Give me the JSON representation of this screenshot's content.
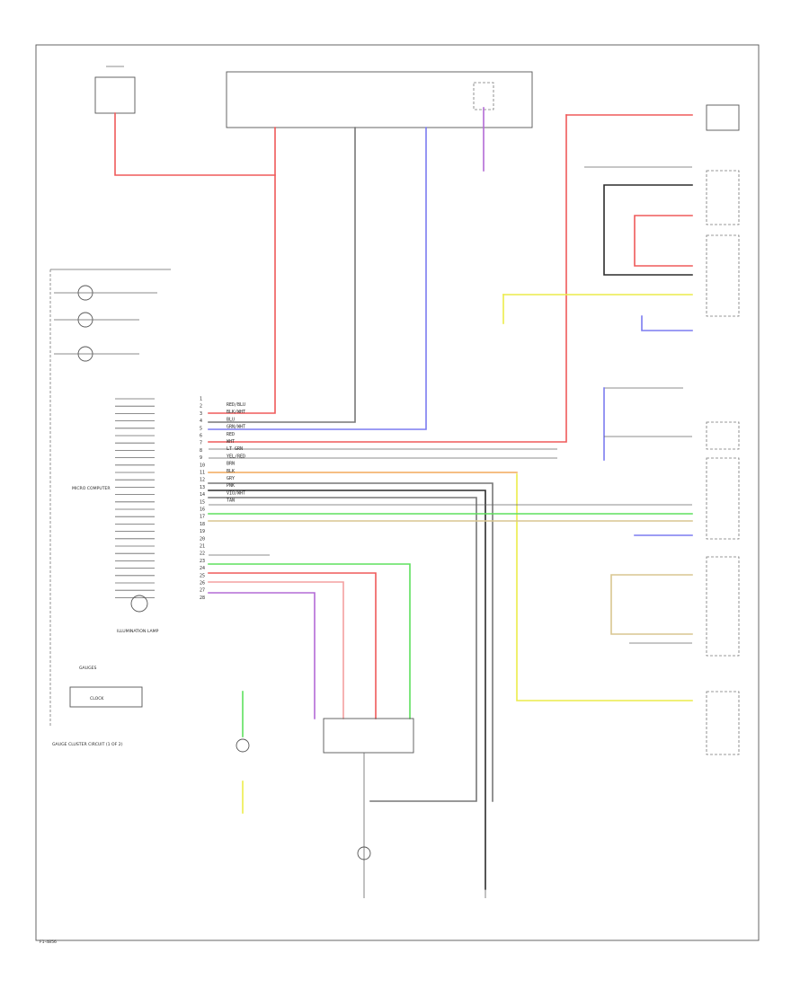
{
  "colors": {
    "red": "#ef5a5a",
    "pink": "#f4a0a0",
    "blue": "#7b7bf0",
    "green": "#5ee05e",
    "yellow": "#ecec4a",
    "orange": "#f2a85a",
    "violet": "#b36bd6",
    "gray": "#777777",
    "black": "#2c2c2c",
    "tan": "#d9c690"
  },
  "labels": {
    "main_footer": "GAUGE CLUSTER CIRCUIT (1 OF 2)",
    "cluster_title": "GAUGES",
    "clock_box": "CLOCK",
    "illum_lamp": "ILLUMINATION LAMP",
    "module_label": "MICRO COMPUTER",
    "corner_code": "F1-4856"
  },
  "wire_codes": [
    "RED/BLU",
    "BLK/WHT",
    "BLU",
    "GRN/WHT",
    "RED",
    "WHT",
    "LT GRN",
    "YEL/RED",
    "BRN",
    "BLK",
    "GRY",
    "PNK",
    "VIO/WHT",
    "TAN"
  ],
  "connector_pins": [
    "1",
    "2",
    "3",
    "4",
    "5",
    "6",
    "7",
    "8",
    "9",
    "10",
    "11",
    "12",
    "13",
    "14",
    "15",
    "16",
    "17",
    "18",
    "19",
    "20",
    "21",
    "22",
    "23",
    "24",
    "25",
    "26",
    "27",
    "28"
  ]
}
